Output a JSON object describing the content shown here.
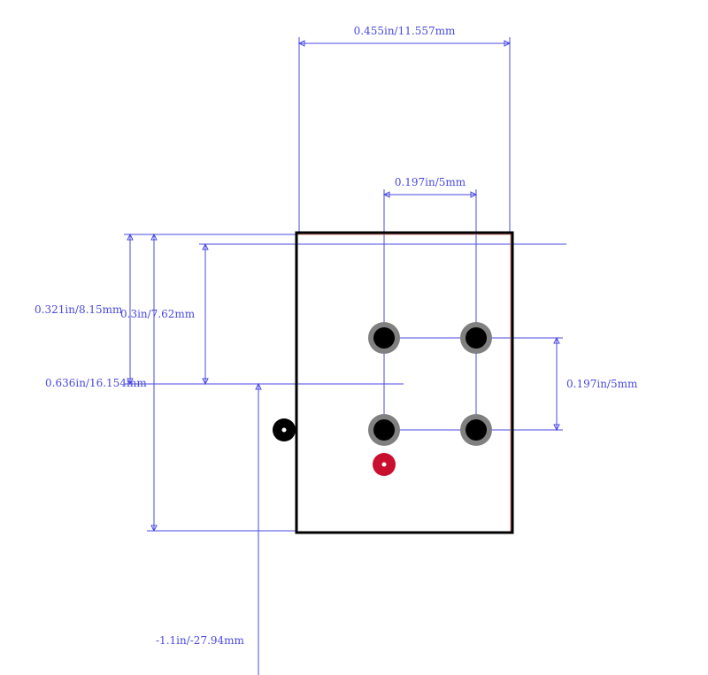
{
  "colors": {
    "dimension": "#4a4ae0",
    "outline": "#000000",
    "courtyard": "#d08080",
    "pad_ring": "#808080",
    "pad_hole": "#000000",
    "marker_red": "#c8102e",
    "marker_black": "#000000"
  },
  "dimensions": {
    "top_width": "0.455in/11.557mm",
    "pad_pitch_horizontal": "0.197in/5mm",
    "height_partial": "0.321in/8.15mm",
    "height_small": "0.3in/7.62mm",
    "height_total": "0.636in/16.154mm",
    "pad_pitch_vertical": "0.197in/5mm",
    "offset_bottom": "-1.1in/-27.94mm"
  },
  "icons": {
    "pad": "through-hole-pad-icon",
    "pin1": "pin1-marker-icon",
    "origin": "origin-marker-icon"
  }
}
